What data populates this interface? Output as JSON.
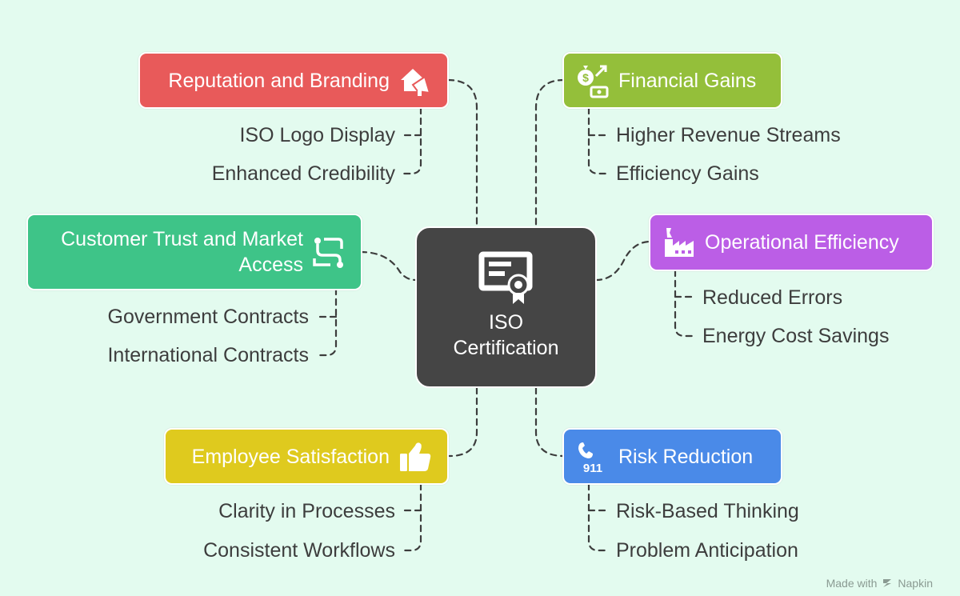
{
  "center": {
    "title_line1": "ISO",
    "title_line2": "Certification",
    "icon": "certificate-icon"
  },
  "branches": [
    {
      "id": "reputation",
      "label": "Reputation and Branding",
      "color": "#e85a5a",
      "icon": "megaphone-house-icon",
      "items": [
        "ISO Logo Display",
        "Enhanced Credibility"
      ]
    },
    {
      "id": "financial",
      "label": "Financial Gains",
      "color": "#94bf3a",
      "icon": "money-growth-icon",
      "items": [
        "Higher Revenue Streams",
        "Efficiency Gains"
      ]
    },
    {
      "id": "customer",
      "label_line1": "Customer Trust and Market",
      "label_line2": "Access",
      "color": "#3ec488",
      "icon": "map-route-icon",
      "items": [
        "Government Contracts",
        "International Contracts"
      ]
    },
    {
      "id": "operational",
      "label": "Operational Efficiency",
      "color": "#bb5ee6",
      "icon": "factory-icon",
      "items": [
        "Reduced Errors",
        "Energy Cost Savings"
      ]
    },
    {
      "id": "employee",
      "label": "Employee Satisfaction",
      "color": "#dfca1e",
      "icon": "thumbs-up-icon",
      "items": [
        "Clarity in Processes",
        "Consistent Workflows"
      ]
    },
    {
      "id": "risk",
      "label": "Risk Reduction",
      "color": "#4a8ae8",
      "icon": "emergency-phone-icon",
      "items": [
        "Risk-Based Thinking",
        "Problem Anticipation"
      ]
    }
  ],
  "footer": {
    "made_with": "Made with",
    "brand": "Napkin"
  }
}
